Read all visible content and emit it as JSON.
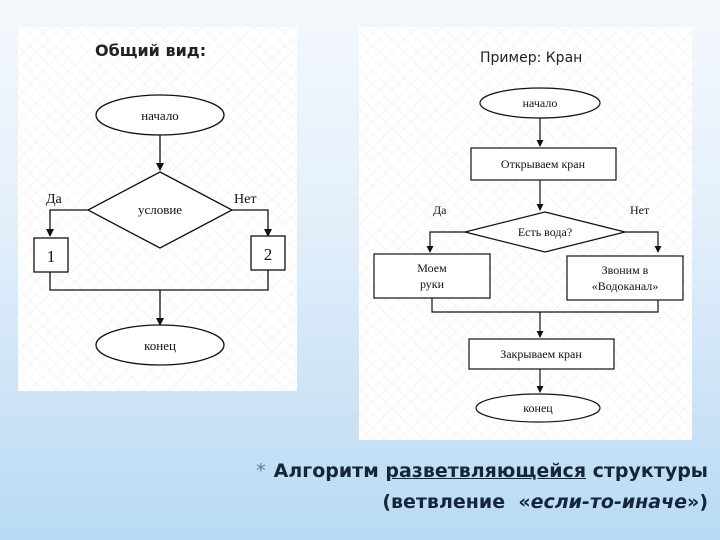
{
  "left": {
    "title": "Общий вид:",
    "start": "начало",
    "condition": "условие",
    "yes": "Да",
    "no": "Нет",
    "block1": "1",
    "block2": "2",
    "end": "конец"
  },
  "right": {
    "title": "Пример: Кран",
    "start": "начало",
    "open": "Открываем кран",
    "condition": "Есть вода?",
    "yes": "Да",
    "no": "Нет",
    "wash_line1": "Моем",
    "wash_line2": "руки",
    "call_line1": "Звоним в",
    "call_line2": "«Водоканал»",
    "close": "Закрываем кран",
    "end": "конец"
  },
  "caption": {
    "star": "*",
    "word1": "Алгоритм",
    "word2": "разветвляющейся",
    "word3": "структуры",
    "line2_open": "(ветвление",
    "quote_open": "«",
    "italic": "если-то-иначе",
    "quote_close": "»",
    "line2_close": ")"
  },
  "colors": {
    "ink": "#111111",
    "caption": "#15253a"
  }
}
